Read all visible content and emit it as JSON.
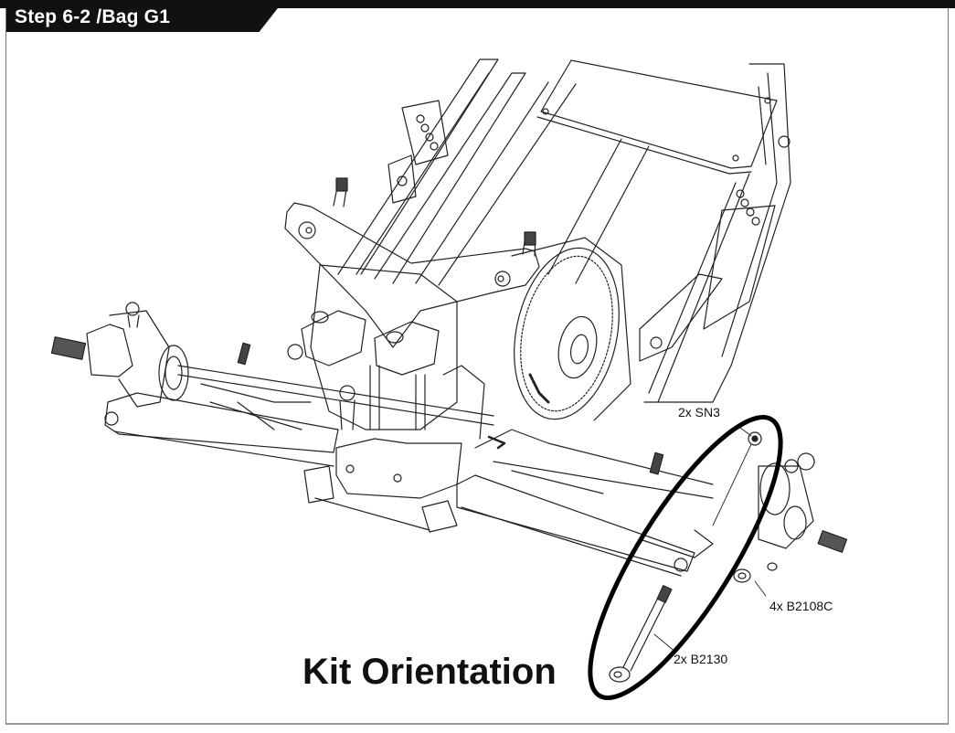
{
  "header": {
    "title": "Step 6-2 /Bag G1"
  },
  "callouts": {
    "nut": "2x SN3",
    "washer": "4x B2108C",
    "pin": "2x B2130"
  },
  "caption": "Kit Orientation",
  "colors": {
    "ink": "#111111",
    "header_bg": "#111111",
    "header_text": "#ffffff",
    "frame": "#999999"
  }
}
